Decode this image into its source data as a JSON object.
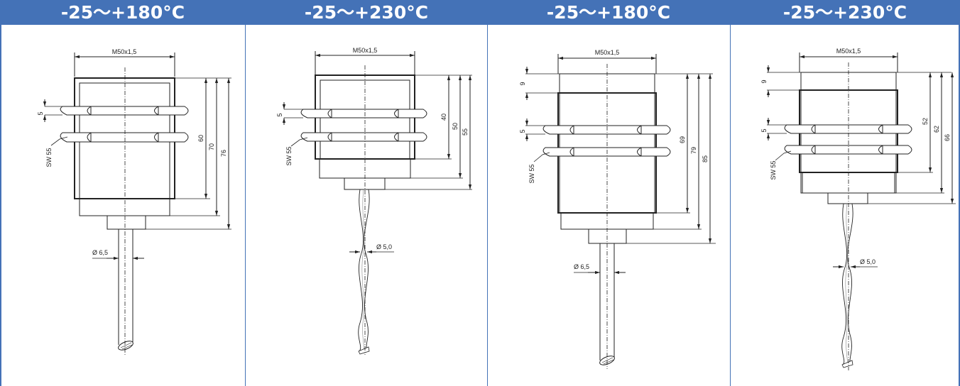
{
  "panels": [
    {
      "temp_range": "-25〜+180°C",
      "cable_type": "straight",
      "thread_label": "M50x1,5",
      "nut_width_label": "5",
      "wrench_label": "SW 55",
      "cable_diameter_label": "Ø 6,5",
      "dimensions": [
        "60",
        "70",
        "76"
      ]
    },
    {
      "temp_range": "-25〜+230°C",
      "cable_type": "braided",
      "thread_label": "M50x1,5",
      "nut_width_label": "5",
      "wrench_label": "SW 55",
      "cable_diameter_label": "Ø 5,0",
      "dimensions": [
        "40",
        "50",
        "55"
      ]
    },
    {
      "temp_range": "-25〜+180°C",
      "cable_type": "straight",
      "thread_label": "M50x1,5",
      "top_gap_label": "9",
      "nut_width_label": "5",
      "wrench_label": "SW 55",
      "cable_diameter_label": "Ø 6,5",
      "dimensions": [
        "69",
        "79",
        "85"
      ]
    },
    {
      "temp_range": "-25〜+230°C",
      "cable_type": "braided",
      "thread_label": "M50x1,5",
      "top_gap_label": "9",
      "nut_width_label": "5",
      "wrench_label": "SW 55",
      "cable_diameter_label": "Ø 5,0",
      "dimensions": [
        "52",
        "62",
        "66"
      ]
    }
  ],
  "colors": {
    "header": "#4472b7",
    "header_text": "#ffffff",
    "line": "#222222"
  }
}
